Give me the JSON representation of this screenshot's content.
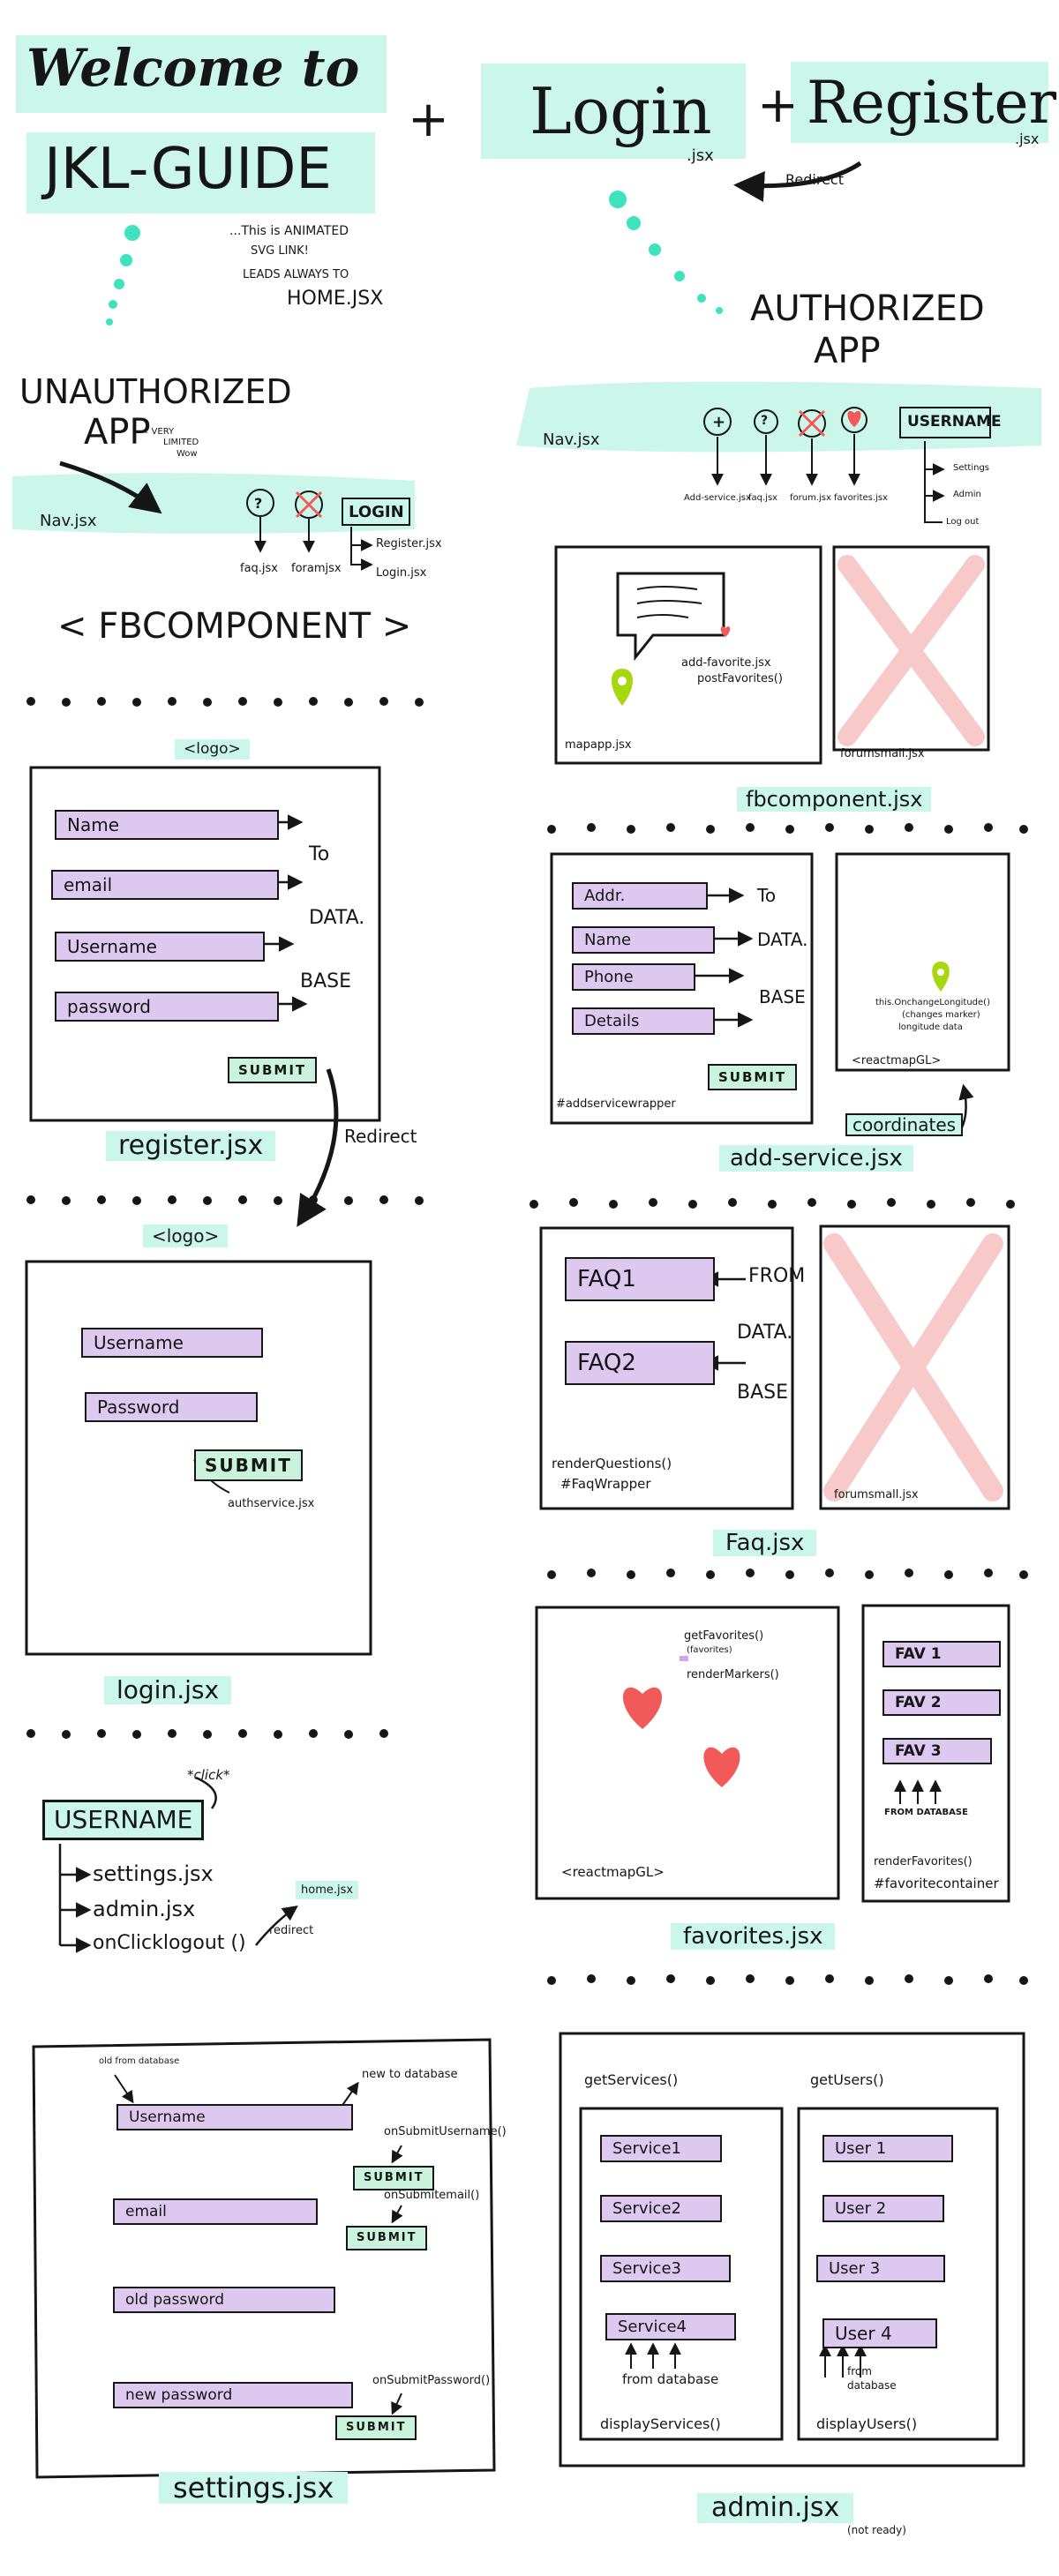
{
  "header": {
    "welcome": "Welcome to",
    "brand": "JKL-GUIDE",
    "plus1": "+",
    "login": "Login",
    "login_ext": ".jsx",
    "plus2": "+",
    "register": "Register",
    "register_ext": ".jsx",
    "redirect": "Redirect",
    "anim_note_1": "...This is ANIMATED",
    "anim_note_2": "SVG LINK!",
    "anim_note_3": "LEADS ALWAYS TO",
    "anim_note_4": "HOME.JSX",
    "authorized_1": "AUTHORIZED",
    "authorized_2": "APP"
  },
  "unauth": {
    "title": "UNAUTHORIZED",
    "app": "APP",
    "note_1": "= VERY",
    "note_2": "LIMITED",
    "note_3": "Wow",
    "nav": "Nav.jsx",
    "faq": "faq.jsx",
    "forum": "foramjsx",
    "login_btn": "LOGIN",
    "to_register": "Register.jsx",
    "to_login": "Login.jsx",
    "fbcomponent": "< FBCOMPONENT >"
  },
  "auth_nav": {
    "nav": "Nav.jsx",
    "items": [
      "Add-service.jsx",
      "faq.jsx",
      "forum.jsx",
      "favorites.jsx"
    ],
    "username": "USERNAME",
    "menu": [
      "Settings",
      "Admin",
      "Log out"
    ]
  },
  "fbcomp": {
    "mapapp": "mapapp.jsx",
    "add_fav_1": "add-favorite.jsx",
    "add_fav_2": "postFavorites()",
    "forumsmall": "forumsmall.jsx",
    "label": "fbcomponent.jsx"
  },
  "register": {
    "logo": "<logo>",
    "fields": [
      "Name",
      "email",
      "Username",
      "password"
    ],
    "to_db": [
      "To",
      "DATA.",
      "BASE"
    ],
    "submit": "SUBMIT",
    "label": "register.jsx",
    "redirect": "Redirect"
  },
  "add_service": {
    "fields": [
      "Addr.",
      "Name",
      "Phone",
      "Details"
    ],
    "to_db": [
      "To",
      "DATA.",
      "BASE"
    ],
    "submit": "SUBMIT",
    "wrapper": "#addservicewrapper",
    "map_note_1": "this.OnchangeLongitude()",
    "map_note_2": "(changes marker)",
    "map_note_3": "longitude data",
    "reactmap": "<reactmapGL>",
    "coordinates": "coordinates",
    "label": "add-service.jsx"
  },
  "login": {
    "logo": "<logo>",
    "fields": [
      "Username",
      "Password"
    ],
    "submit": "SUBMIT",
    "auth": "authservice.jsx",
    "label": "login.jsx"
  },
  "faq": {
    "items": [
      "FAQ1",
      "FAQ2"
    ],
    "from_db": [
      "FROM",
      "DATA.",
      "BASE"
    ],
    "fn": "renderQuestions()",
    "wrapper": "#FaqWrapper",
    "forumsmall": "forumsmall.jsx",
    "label": "Faq.jsx"
  },
  "favorites": {
    "get": "getFavorites()",
    "note": "(favorites)",
    "render": "renderMarkers()",
    "reactmap": "<reactmapGL>",
    "items": [
      "FAV 1",
      "FAV 2",
      "FAV 3"
    ],
    "from_db": "FROM DATABASE",
    "fn": "renderFavorites()",
    "container": "#favoritecontainer",
    "label": "favorites.jsx"
  },
  "username_menu": {
    "click": "*click*",
    "username": "USERNAME",
    "items": [
      "settings.jsx",
      "admin.jsx",
      "onClicklogout ()"
    ],
    "home": "home.jsx",
    "redirect": "redirect"
  },
  "settings": {
    "old_from_db": "old from database",
    "new_to_db": "new to database",
    "fields": [
      "Username",
      "email",
      "old password",
      "new password"
    ],
    "handlers": [
      "onSubmitUsername()",
      "onSubmitemail()",
      "onSubmitPassword()"
    ],
    "submit": "SUBMIT",
    "label": "settings.jsx"
  },
  "admin": {
    "get_services": "getServices()",
    "get_users": "getUsers()",
    "services": [
      "Service1",
      "Service2",
      "Service3",
      "Service4"
    ],
    "users": [
      "User 1",
      "User 2",
      "User 3",
      "User 4"
    ],
    "from_db_services": "from database",
    "from_db_users_1": "from",
    "from_db_users_2": "database",
    "display_services": "displayServices()",
    "display_users": "displayUsers()",
    "label": "admin.jsx",
    "status": "(not ready)"
  },
  "colors": {
    "mint": "#cbf7ea",
    "dot": "#3ee2bf",
    "lavender": "#ddc9ef",
    "button": "#c9f3dc",
    "heart": "#f25a5a",
    "pin": "#a6d80f",
    "cross": "#f7c9c9"
  }
}
